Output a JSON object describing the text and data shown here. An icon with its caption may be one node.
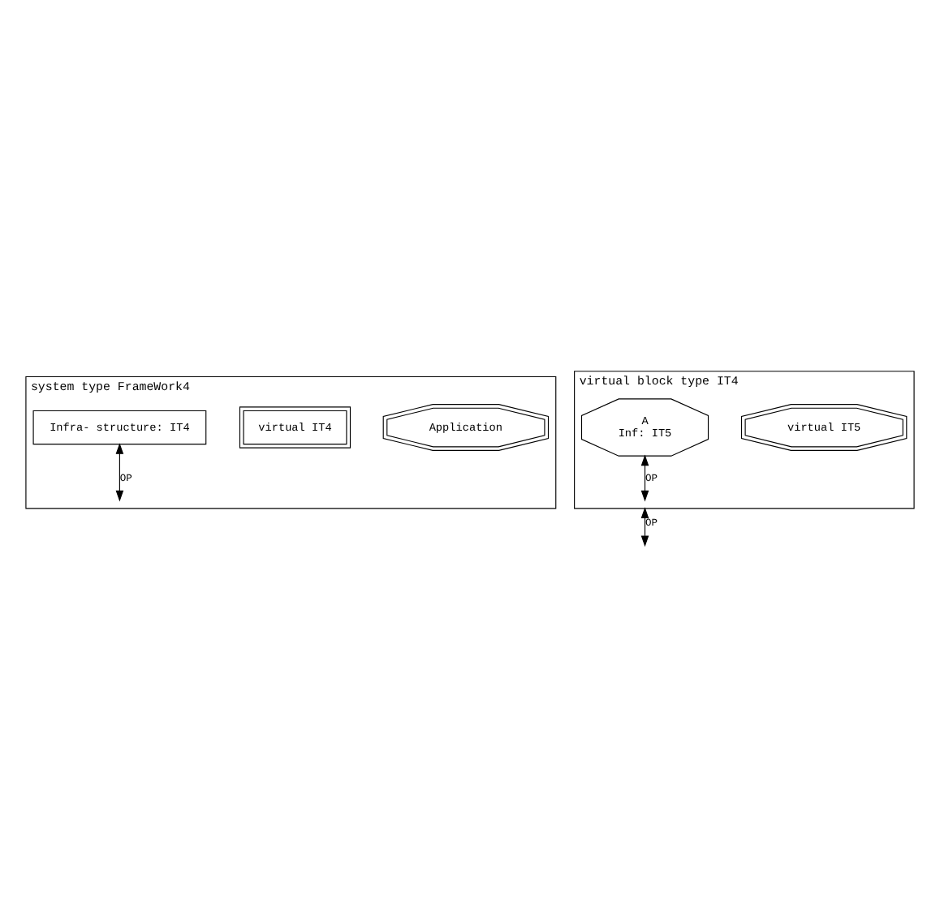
{
  "diagram": {
    "nodes": [
      {
        "text": [
          "system type FrameWork4"
        ]
      },
      {
        "text": [
          "Application"
        ],
        "in": 0
      },
      {
        "text": [
          "virtual IT4"
        ],
        "in": 0
      },
      {
        "text": [
          "Infra- structure: IT4"
        ],
        "in": 0
      },
      {
        "text": [
          "virtual block type IT4"
        ]
      },
      {
        "text": [
          "virtual IT5"
        ],
        "in": 4
      },
      {
        "text": [
          "A",
          "Inf: IT5"
        ],
        "in": 4
      }
    ],
    "edges": [
      {
        "from": 3,
        "to": 0,
        "arrow": "both",
        "label": "OP"
      },
      {
        "from": 6,
        "to": 4,
        "arrow": "both",
        "label": "OP"
      },
      {
        "from": 4,
        "to": null,
        "arrow": "both",
        "label": "OP"
      }
    ]
  }
}
